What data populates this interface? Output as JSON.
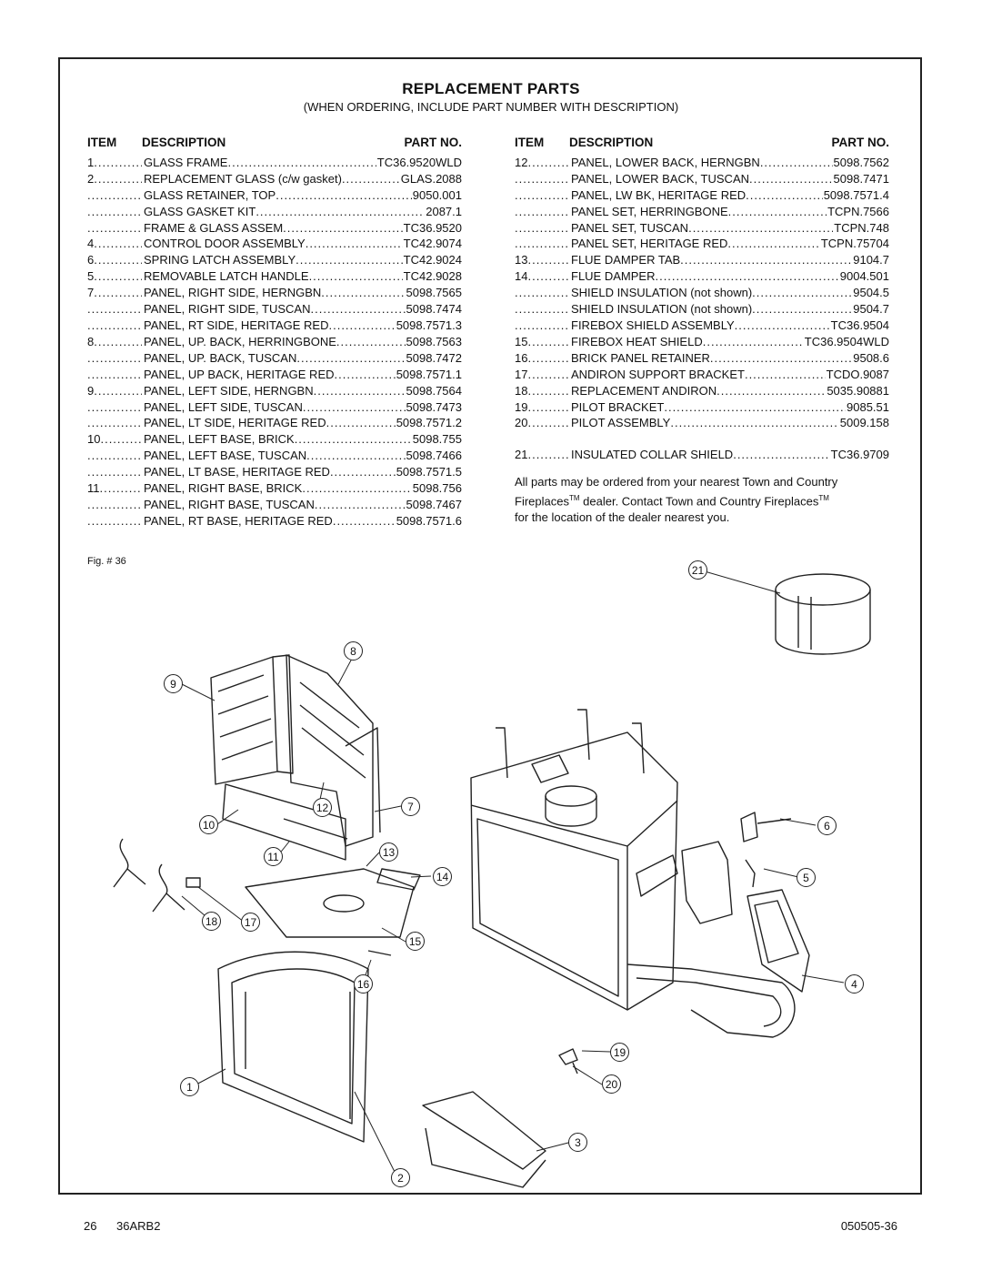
{
  "title": "REPLACEMENT PARTS",
  "subtitle": "(WHEN ORDERING, INCLUDE PART NUMBER WITH DESCRIPTION)",
  "headers": {
    "item": "ITEM",
    "description": "DESCRIPTION",
    "part_no": "PART NO."
  },
  "left_rows": [
    {
      "item": "1",
      "desc": "GLASS FRAME",
      "part": "TC36.9520WLD"
    },
    {
      "item": "2",
      "desc": "REPLACEMENT GLASS (c/w gasket)",
      "part": "GLAS.2088"
    },
    {
      "item": "",
      "desc": "GLASS RETAINER, TOP",
      "part": "9050.001"
    },
    {
      "item": "",
      "desc": "GLASS GASKET KIT",
      "part": "2087.1"
    },
    {
      "item": "",
      "desc": "FRAME & GLASS ASSEM",
      "part": "TC36.9520"
    },
    {
      "item": "4",
      "desc": "CONTROL DOOR ASSEMBLY",
      "part": "TC42.9074"
    },
    {
      "item": "6",
      "desc": "SPRING LATCH ASSEMBLY",
      "part": "TC42.9024"
    },
    {
      "item": "5",
      "desc": "REMOVABLE LATCH HANDLE",
      "part": "TC42.9028"
    },
    {
      "item": "7",
      "desc": "PANEL, RIGHT SIDE, HERNGBN",
      "part": "5098.7565"
    },
    {
      "item": "",
      "desc": "PANEL, RIGHT SIDE, TUSCAN",
      "part": "5098.7474"
    },
    {
      "item": "",
      "desc": "PANEL, RT SIDE, HERITAGE RED",
      "part": "5098.7571.3"
    },
    {
      "item": "8",
      "desc": "PANEL, UP. BACK, HERRINGBONE",
      "part": "5098.7563"
    },
    {
      "item": "",
      "desc": "PANEL, UP. BACK, TUSCAN",
      "part": "5098.7472"
    },
    {
      "item": "",
      "desc": "PANEL, UP BACK, HERITAGE RED",
      "part": "5098.7571.1"
    },
    {
      "item": "9",
      "desc": "PANEL, LEFT SIDE, HERNGBN",
      "part": "5098.7564"
    },
    {
      "item": "",
      "desc": "PANEL, LEFT SIDE, TUSCAN",
      "part": "5098.7473"
    },
    {
      "item": "",
      "desc": "PANEL, LT SIDE, HERITAGE RED",
      "part": "5098.7571.2"
    },
    {
      "item": "10",
      "desc": "PANEL, LEFT BASE, BRICK",
      "part": "5098.755"
    },
    {
      "item": "",
      "desc": "PANEL, LEFT BASE, TUSCAN",
      "part": "5098.7466"
    },
    {
      "item": "",
      "desc": "PANEL, LT BASE, HERITAGE RED",
      "part": "5098.7571.5"
    },
    {
      "item": "11",
      "desc": "PANEL, RIGHT BASE, BRICK",
      "part": "5098.756"
    },
    {
      "item": "",
      "desc": "PANEL, RIGHT BASE, TUSCAN",
      "part": "5098.7467"
    },
    {
      "item": "",
      "desc": "PANEL, RT BASE, HERITAGE RED",
      "part": "5098.7571.6"
    }
  ],
  "right_rows": [
    {
      "item": "12",
      "desc": "PANEL, LOWER BACK, HERNGBN",
      "part": "5098.7562"
    },
    {
      "item": "",
      "desc": "PANEL, LOWER BACK, TUSCAN",
      "part": "5098.7471"
    },
    {
      "item": "",
      "desc": "PANEL, LW BK, HERITAGE RED",
      "part": "5098.7571.4"
    },
    {
      "item": "",
      "desc": "PANEL SET, HERRINGBONE",
      "part": "TCPN.7566"
    },
    {
      "item": "",
      "desc": "PANEL SET, TUSCAN",
      "part": "TCPN.748"
    },
    {
      "item": "",
      "desc": "PANEL SET, HERITAGE RED",
      "part": "TCPN.75704"
    },
    {
      "item": "13",
      "desc": "FLUE DAMPER TAB",
      "part": "9104.7"
    },
    {
      "item": "14",
      "desc": "FLUE DAMPER",
      "part": "9004.501"
    },
    {
      "item": "",
      "desc": "SHIELD INSULATION (not shown)",
      "part": "9504.5"
    },
    {
      "item": "",
      "desc": "SHIELD INSULATION (not shown)",
      "part": "9504.7"
    },
    {
      "item": "",
      "desc": "FIREBOX SHIELD ASSEMBLY",
      "part": "TC36.9504"
    },
    {
      "item": "15",
      "desc": "FIREBOX HEAT SHIELD",
      "part": "TC36.9504WLD"
    },
    {
      "item": "16",
      "desc": "BRICK PANEL RETAINER",
      "part": "9508.6"
    },
    {
      "item": "17",
      "desc": "ANDIRON SUPPORT BRACKET",
      "part": "TCDO.9087"
    },
    {
      "item": "18",
      "desc": "REPLACEMENT ANDIRON",
      "part": "5035.90881"
    },
    {
      "item": "19",
      "desc": "PILOT BRACKET",
      "part": "9085.51"
    },
    {
      "item": "20",
      "desc": "PILOT ASSEMBLY",
      "part": "5009.158"
    }
  ],
  "right_extra_row": {
    "item": "21",
    "desc": "INSULATED COLLAR SHIELD",
    "part": "TC36.9709"
  },
  "note": {
    "line1": "All parts may be ordered from your nearest Town and Country",
    "line2a": "Fireplaces",
    "tm": "TM",
    "line2b": " dealer. Contact Town and Country Fireplaces",
    "line3": "for the location of the dealer nearest you."
  },
  "figure_label": "Fig. # 36",
  "callouts": [
    "21",
    "8",
    "9",
    "7",
    "12",
    "10",
    "6",
    "13",
    "11",
    "14",
    "5",
    "18",
    "17",
    "15",
    "16",
    "4",
    "19",
    "20",
    "1",
    "3",
    "2"
  ],
  "footer": {
    "page": "26",
    "model": "36ARB2",
    "doc_code": "050505-36"
  }
}
